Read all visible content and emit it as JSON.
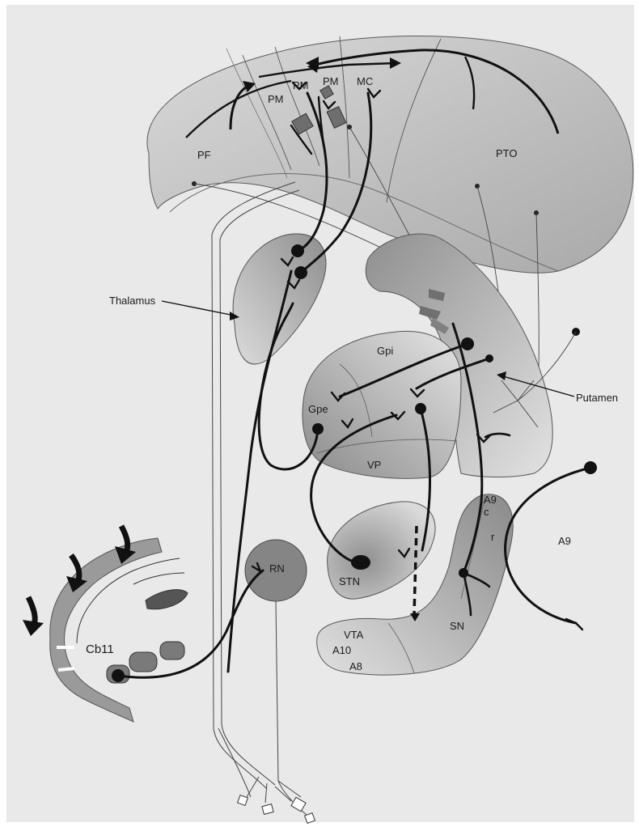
{
  "labels": {
    "pf": "PF",
    "pm_left": "PM",
    "pm_mid": "PM",
    "pm_right": "PM",
    "mc": "MC",
    "pto": "PTO",
    "thalamus": "Thalamus",
    "gpi": "Gpi",
    "gpe": "Gpe",
    "vp": "VP",
    "putamen": "Putamen",
    "stn": "STN",
    "rn": "RN",
    "vta": "VTA",
    "a10": "A10",
    "a8": "A8",
    "sn": "SN",
    "a9_c": "A9",
    "c": "c",
    "r": "r",
    "a9": "A9",
    "cb11": "Cb11"
  },
  "colors": {
    "background": "#ffffff",
    "paper": "#e9e9e9",
    "light_region": "#d6d6d6",
    "mid_region": "#b9b9b9",
    "dark_region": "#8d8d8d",
    "cerebellum": "#7a7a7a",
    "pathway": "#111111",
    "thin_line": "#444444"
  }
}
